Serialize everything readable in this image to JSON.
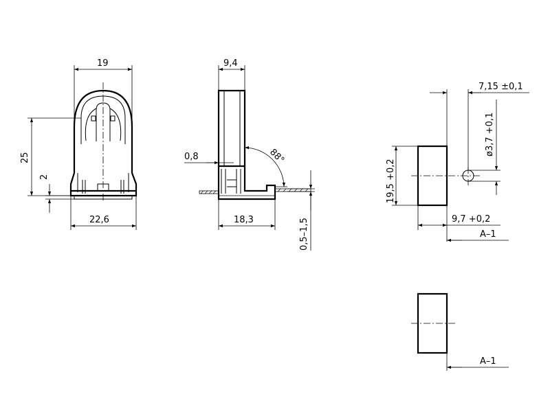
{
  "front_view": {
    "width_top": "19",
    "height": "25",
    "foot_height": "2",
    "width_base": "22,6"
  },
  "side_view": {
    "width_top": "9,4",
    "wall": "0,8",
    "angle": "88°",
    "width_base": "18,3",
    "panel_thickness": "0,5–1,5"
  },
  "cutout": {
    "offset": "7,15 ±0,1",
    "hole_diameter": "ø3,7 +0,1",
    "height": "19,5 +0,2",
    "width": "9,7 +0,2",
    "ref_upper": "A–1",
    "ref_lower": "A–1"
  }
}
